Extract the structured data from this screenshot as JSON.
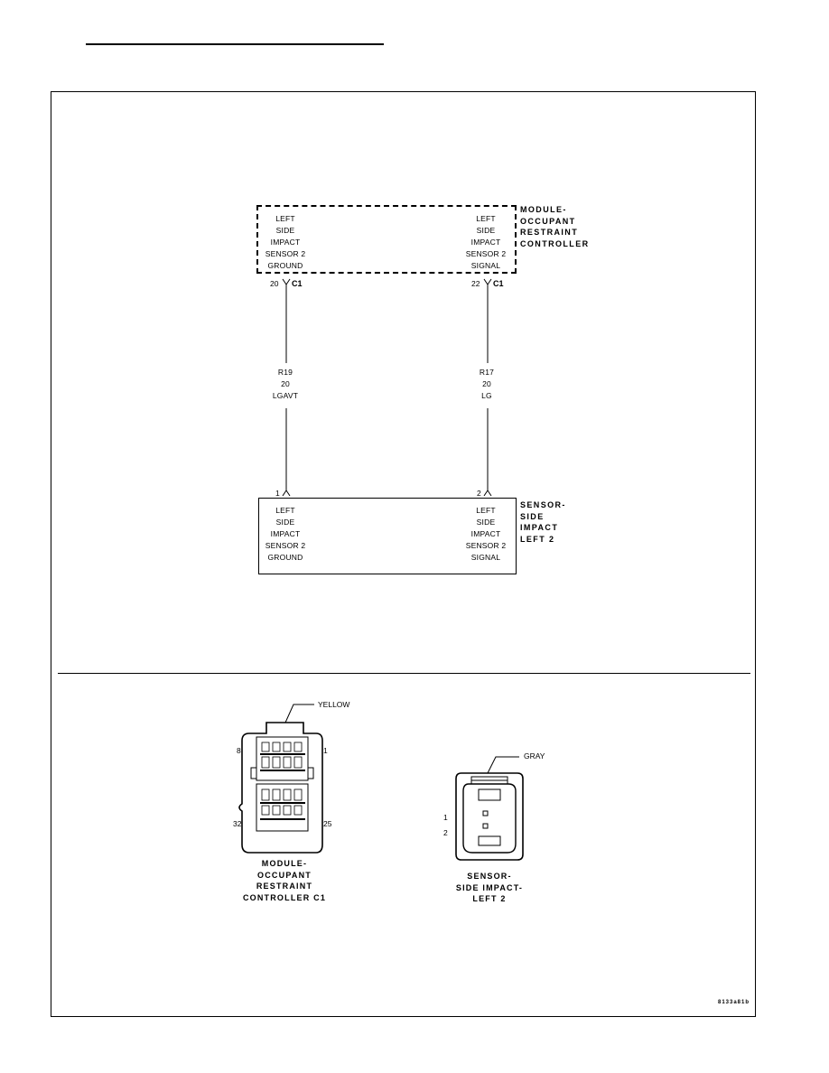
{
  "module": {
    "label_lines": [
      "MODULE-",
      "OCCUPANT",
      "RESTRAINT",
      "CONTROLLER"
    ],
    "left_cell": [
      "LEFT",
      "SIDE",
      "IMPACT",
      "SENSOR 2",
      "GROUND"
    ],
    "right_cell": [
      "LEFT",
      "SIDE",
      "IMPACT",
      "SENSOR 2",
      "SIGNAL"
    ],
    "connector": "C1",
    "left_pin": "20",
    "right_pin": "22"
  },
  "wires": [
    {
      "circuit": "R19",
      "gauge": "20",
      "color": "LGAVT"
    },
    {
      "circuit": "R17",
      "gauge": "20",
      "color": "LG"
    }
  ],
  "sensor": {
    "label_lines": [
      "SENSOR-",
      "SIDE",
      "IMPACT",
      "LEFT 2"
    ],
    "left_cell": [
      "LEFT",
      "SIDE",
      "IMPACT",
      "SENSOR 2",
      "GROUND"
    ],
    "right_cell": [
      "LEFT",
      "SIDE",
      "IMPACT",
      "SENSOR 2",
      "SIGNAL"
    ],
    "left_pin": "1",
    "right_pin": "2"
  },
  "connector_views": {
    "module_c1": {
      "color": "YELLOW",
      "pins": {
        "top_left": "8",
        "top_right": "1",
        "bottom_left": "32",
        "bottom_right": "25"
      },
      "name_lines": [
        "MODULE-",
        "OCCUPANT",
        "RESTRAINT",
        "CONTROLLER C1"
      ]
    },
    "sensor": {
      "color": "GRAY",
      "pins": {
        "upper": "1",
        "lower": "2"
      },
      "name_lines": [
        "SENSOR-",
        "SIDE IMPACT-",
        "LEFT 2"
      ]
    }
  },
  "figure_id": "8133a81b"
}
